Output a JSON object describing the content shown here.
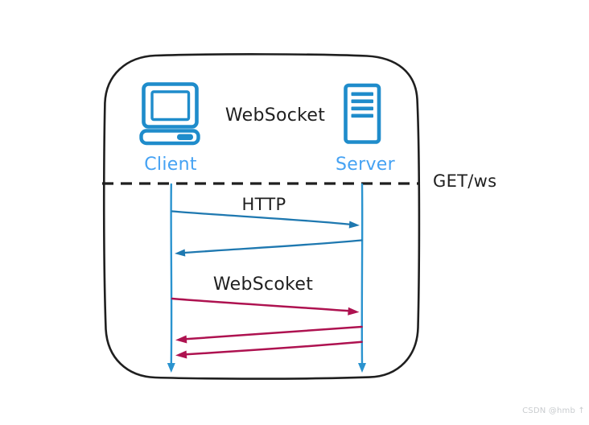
{
  "diagram": {
    "title": "WebSocket",
    "annotation": "GET/ws",
    "client": {
      "label": "Client",
      "icon": "desktop-computer-icon"
    },
    "server": {
      "label": "Server",
      "icon": "server-tower-icon"
    },
    "http_section": {
      "label": "HTTP"
    },
    "websocket_section": {
      "label": "WebScoket"
    },
    "flows": [
      {
        "phase": "HTTP",
        "from": "Client",
        "to": "Server",
        "style": "blue"
      },
      {
        "phase": "HTTP",
        "from": "Server",
        "to": "Client",
        "style": "blue"
      },
      {
        "phase": "WebScoket",
        "from": "Client",
        "to": "Server",
        "style": "red"
      },
      {
        "phase": "WebScoket",
        "from": "Server",
        "to": "Client",
        "style": "red"
      },
      {
        "phase": "WebScoket",
        "from": "Server",
        "to": "Client",
        "style": "red"
      }
    ]
  },
  "watermark": "CSDN @hmb ↑",
  "colors": {
    "outline": "#1f1f1f",
    "icon_blue": "#1f8ccb",
    "label_blue": "#45a2f3",
    "lifeline_blue": "#2a93cf",
    "arrow_blue": "#1e78b0",
    "arrow_red": "#ae1250",
    "watermark_gray": "#c9cccf",
    "background": "#ffffff"
  }
}
